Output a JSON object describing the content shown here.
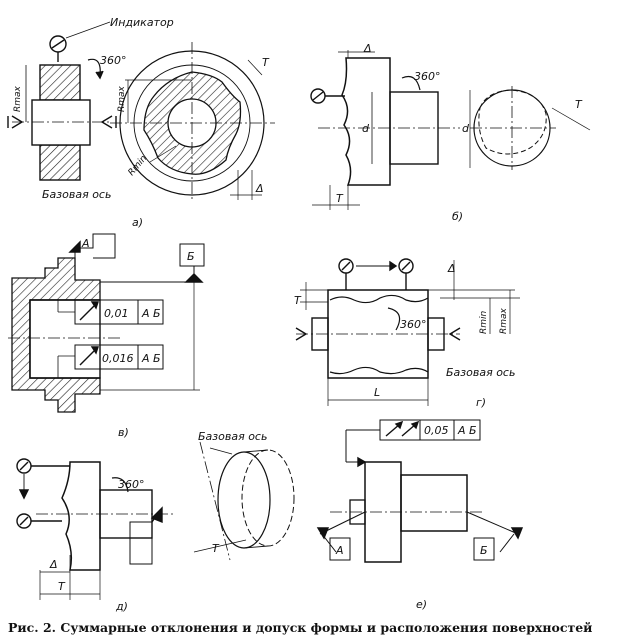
{
  "caption": "Рис. 2. Суммарные отклонения и допуск формы и расположения поверхностей",
  "labels": {
    "indicator": "Индикатор",
    "deg360": "360°",
    "base_axis": "Базовая ось",
    "Rmax": "Rmax",
    "Rmin": "Rmin",
    "T": "T",
    "delta": "Δ",
    "d": "d",
    "L": "L",
    "A": "А",
    "B": "Б",
    "tol_001": "0,01",
    "tol_0016": "0,016",
    "tol_005": "0,05",
    "ref_AB": "А Б"
  },
  "subfigures": [
    "а)",
    "б)",
    "в)",
    "г)",
    "д)",
    "е)"
  ]
}
